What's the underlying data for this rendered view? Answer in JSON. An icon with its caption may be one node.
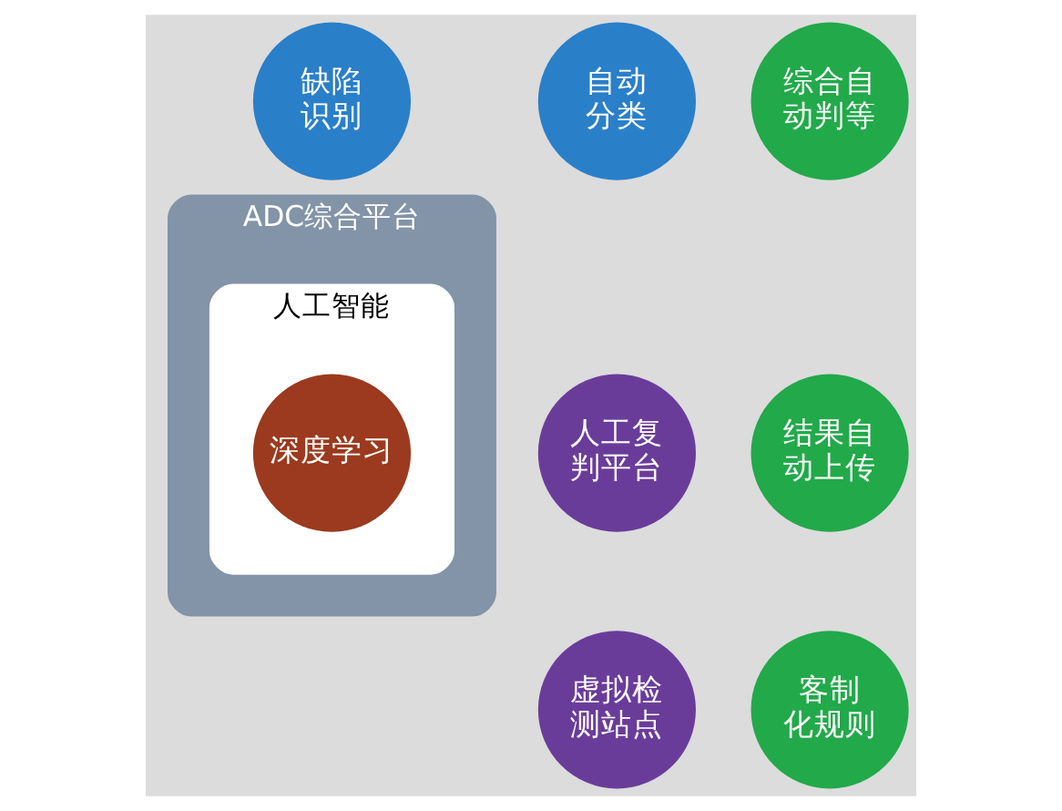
{
  "diagram": {
    "nodes": [
      {
        "text": [
          "ADC综合平台"
        ]
      },
      {
        "text": [
          "人工智能"
        ],
        "in": 0
      },
      {
        "text": [
          "深度学习"
        ],
        "in": 1
      },
      {
        "text": [
          "缺陷识别"
        ]
      },
      {
        "text": [
          "自动分类"
        ]
      },
      {
        "text": [
          "人工复判平台"
        ]
      },
      {
        "text": [
          "虚拟检测站点"
        ]
      },
      {
        "text": [
          "客制化规则"
        ]
      },
      {
        "text": [
          "结果自动上传"
        ]
      },
      {
        "text": [
          "综合自动判等"
        ]
      }
    ],
    "edges": []
  }
}
